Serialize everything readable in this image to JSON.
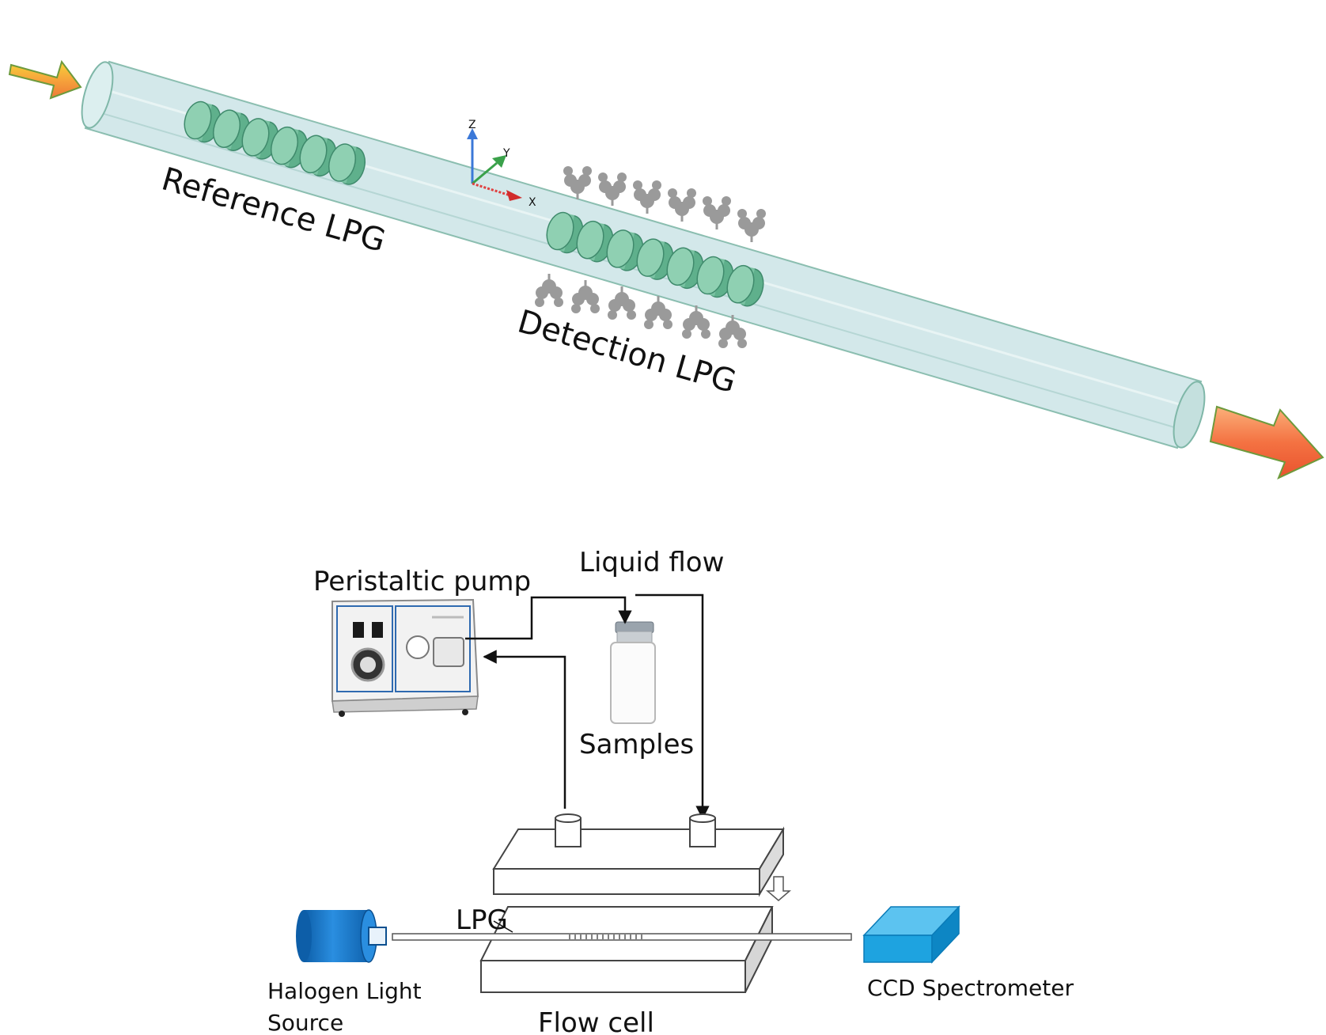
{
  "top_panel": {
    "reference_label": "Reference LPG",
    "detection_label": "Detection LPG",
    "axes": {
      "z": "Z",
      "y": "Y",
      "x": "X"
    }
  },
  "bottom_panel": {
    "liquid_flow": "Liquid flow",
    "peristaltic_pump": "Peristaltic pump",
    "samples": "Samples",
    "lpg": "LPG",
    "halogen_line1": "Halogen Light",
    "halogen_line2": "Source",
    "flow_cell": "Flow cell",
    "ccd_spectrometer": "CCD Spectrometer"
  },
  "colors": {
    "tube_fill": "#cfe6e8",
    "tube_stroke": "#7fb7a8",
    "grating_fill": "#7cc4a4",
    "antibody": "#9a9a9a",
    "arrow_in": "#f2a43a",
    "arrow_out": "#f26a3a",
    "light_source": "#1e7fd0",
    "spectrometer": "#1ea3e0"
  }
}
